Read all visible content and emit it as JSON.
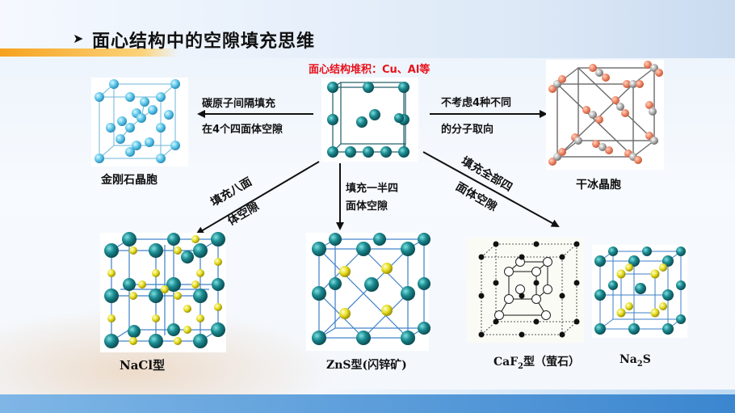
{
  "title": "面心结构中的空隙填充思维",
  "center_label": "面心结构堆积：Cu、Al等",
  "arrows": {
    "left_line1": "碳原子间隔填充",
    "left_line2": "在4个四面体空隙",
    "right_line1": "不考虑4种不同",
    "right_line2": "的分子取向",
    "down_left_line1": "填充八面",
    "down_left_line2": "体空隙",
    "down_mid_line1": "填充一半四",
    "down_mid_line2": "面体空隙",
    "down_right_line1": "填充全部四",
    "down_right_line2": "面体空隙"
  },
  "structures": {
    "diamond": "金刚石晶胞",
    "dry_ice": "干冰晶胞",
    "nacl": "NaCl型",
    "zns": "ZnS型(闪锌矿)",
    "caf2_prefix": "CaF",
    "caf2_sub": "2",
    "caf2_suffix": "型（萤石）",
    "na2s_prefix": "Na",
    "na2s_sub": "2",
    "na2s_suffix": "S"
  },
  "colors": {
    "teal_atom": "#1a8a90",
    "yellow_atom": "#e6dd1f",
    "light_blue_atom": "#5fc8ea",
    "salmon_atom": "#f08a6a",
    "gray_atom": "#b5b5b5",
    "red_text": "#e8111b",
    "orange_accent": "#f6a21e"
  },
  "icons": [
    "bullet-arrow-icon"
  ]
}
